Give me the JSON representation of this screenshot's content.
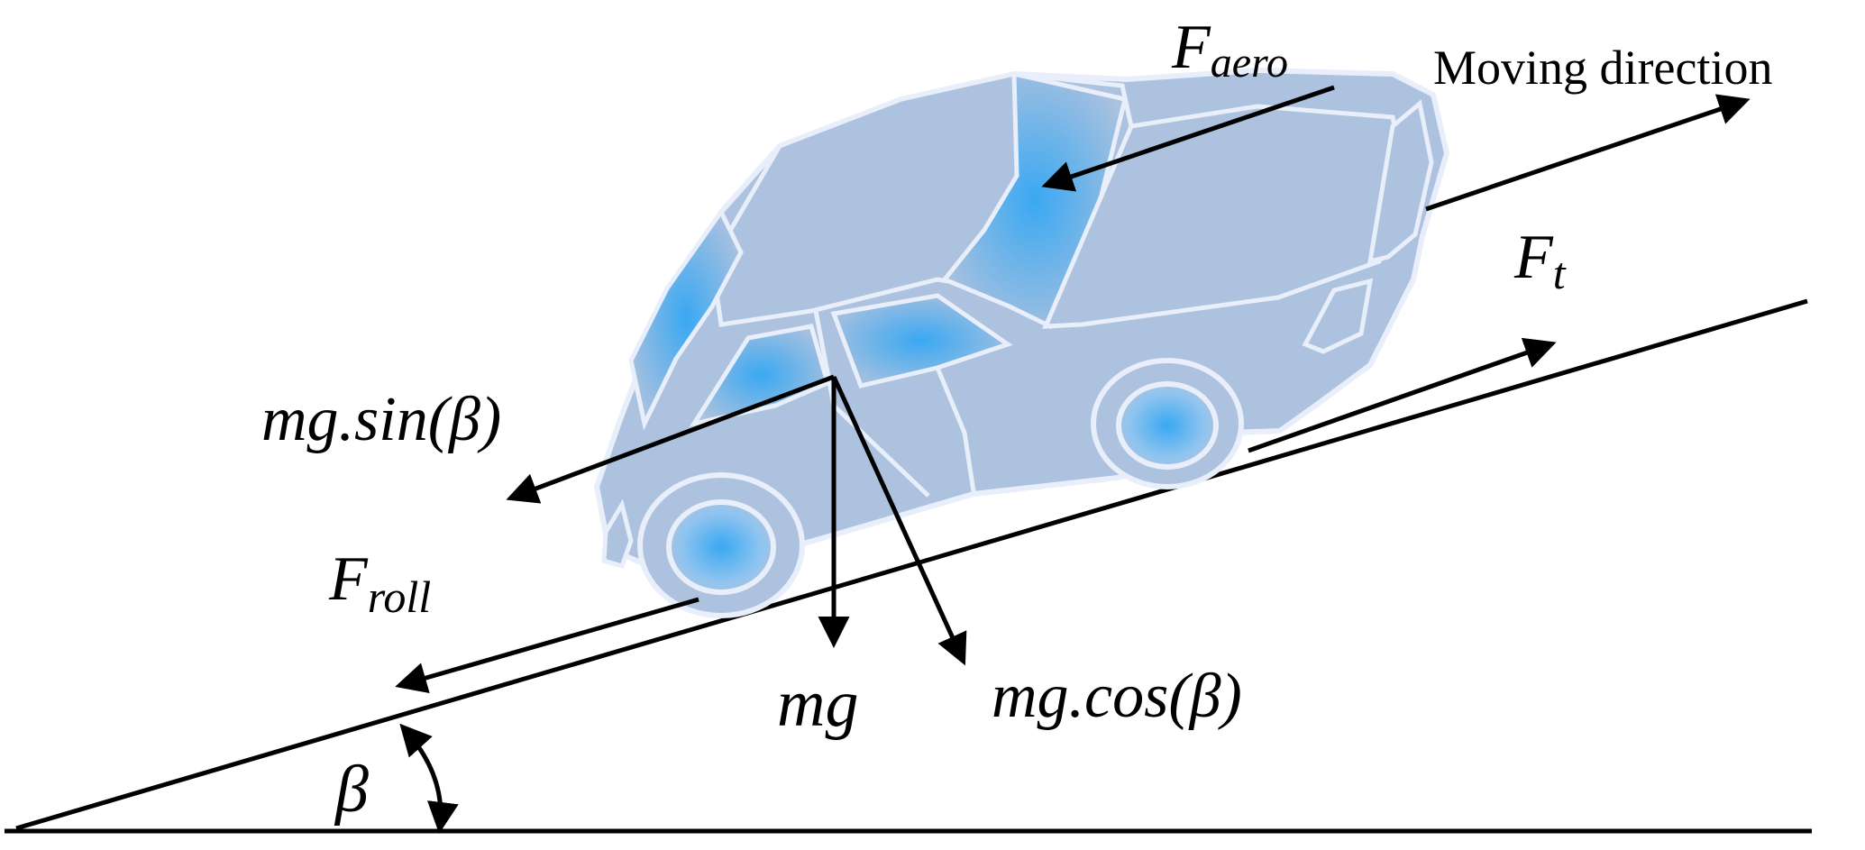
{
  "labels": {
    "f_aero_base": "F",
    "f_aero_sub": "aero",
    "moving_direction": "Moving direction",
    "f_t_base": "F",
    "f_t_sub": "t",
    "mg_sin": "mg.sin(β)",
    "f_roll_base": "F",
    "f_roll_sub": "roll",
    "mg": "mg",
    "mg_cos": "mg.cos(β)",
    "beta": "β"
  },
  "colors": {
    "car_body": "#adc2de",
    "car_outline": "#e9eefb",
    "glass_highlight": "#4fb0f0",
    "ink": "#000000"
  }
}
